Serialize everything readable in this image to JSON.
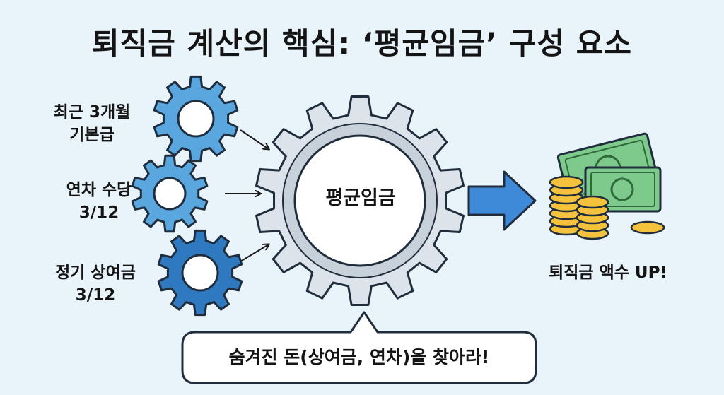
{
  "title": "퇴직금 계산의 핵심: ‘평균임금’ 구성 요소",
  "inputs": [
    {
      "line1": "최근 3개월",
      "line2": "기본급",
      "gear_color": "#5aa7e0"
    },
    {
      "line1": "연차 수당",
      "line2": "3/12",
      "gear_color": "#5aa7e0"
    },
    {
      "line1": "정기 상여금",
      "line2": "3/12",
      "gear_color": "#2f79c0"
    }
  ],
  "center": {
    "label": "평균임금",
    "gear_color": "#dde3ea"
  },
  "result": {
    "label": "퇴직금 액수 UP!"
  },
  "callout": {
    "text": "숨겨진 돈(상여금, 연차)을 찾아라!"
  },
  "colors": {
    "arrow": "#3f8ad8",
    "cash": "#7ec98c",
    "coin": "#f4c23c"
  }
}
